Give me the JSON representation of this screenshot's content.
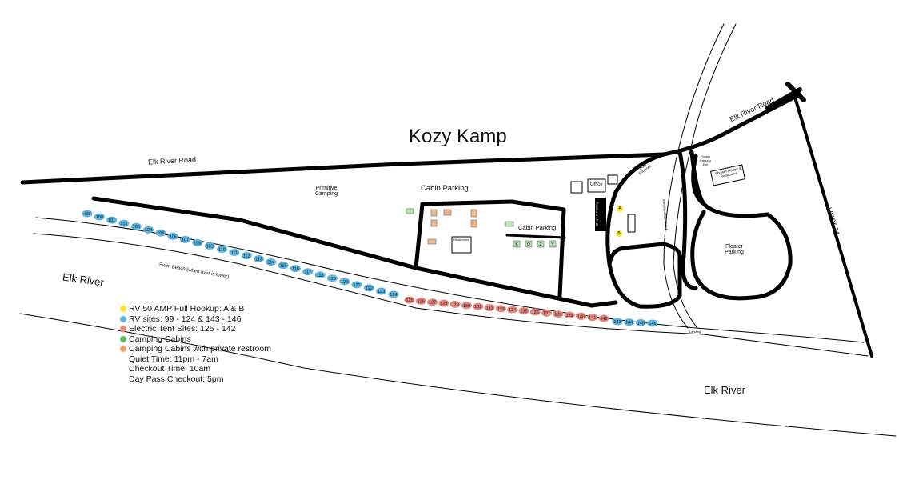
{
  "title": "Kozy Kamp",
  "labels": {
    "elk_river_road_west": "Elk River Road",
    "elk_river_road_east": "Elk River Road",
    "hwy": "HWY 71",
    "primitive_camping": "Primitive Camping",
    "cabin_parking_main": "Cabin Parking",
    "cabin_parking_small": "Cabin Parking",
    "restrooms": "Restrooms",
    "office": "Office",
    "main_entrance": "Main Entrance",
    "check_in_parking": "Check in Parking",
    "wet_weather_creek": "Wet Weather Creek",
    "floater_parking_exit": "Floater Parking Exit",
    "shower_house": "Shower House & Restrooms",
    "floater_parking": "Floater Parking",
    "swim_beach": "Swim Beach (when river is lower)",
    "elk_river_west": "Elk River",
    "elk_river_east": "Elk River",
    "landing": "Landing",
    "hookup_a": "A",
    "hookup_b": "B"
  },
  "cabins_small": [
    "K",
    "O",
    "Z",
    "Y"
  ],
  "sites": {
    "rv_west": [
      99,
      100,
      101,
      102,
      103,
      104,
      105,
      106,
      107,
      108,
      109,
      110,
      111,
      112,
      113,
      114,
      115,
      116,
      117,
      118,
      119,
      120,
      121,
      122,
      123,
      124
    ],
    "tent": [
      125,
      126,
      127,
      128,
      129,
      130,
      131,
      132,
      133,
      134,
      135,
      136,
      137,
      138,
      139,
      140,
      141,
      142
    ],
    "rv_east": [
      143,
      144,
      145,
      146
    ]
  },
  "colors": {
    "rv_50amp": "#f5e82a",
    "rv": "#5bb3dc",
    "tent": "#e8847a",
    "cabin": "#5cb85c",
    "cabin_restroom": "#f0a060"
  },
  "legend": [
    {
      "color": "#f5e82a",
      "text": "RV 50 AMP Full Hookup: A & B"
    },
    {
      "color": "#5bb3dc",
      "text": "RV sites: 99 - 124 & 143 - 146"
    },
    {
      "color": "#e8847a",
      "text": "Electric Tent Sites: 125 - 142"
    },
    {
      "color": "#5cb85c",
      "text": "Camping Cabins"
    },
    {
      "color": "#f0a060",
      "text": "Camping Cabins with private restroom"
    },
    {
      "color": "",
      "text": "Quiet Time: 11pm - 7am"
    },
    {
      "color": "",
      "text": "Checkout Time: 10am"
    },
    {
      "color": "",
      "text": "Day Pass Checkout: 5pm"
    }
  ]
}
